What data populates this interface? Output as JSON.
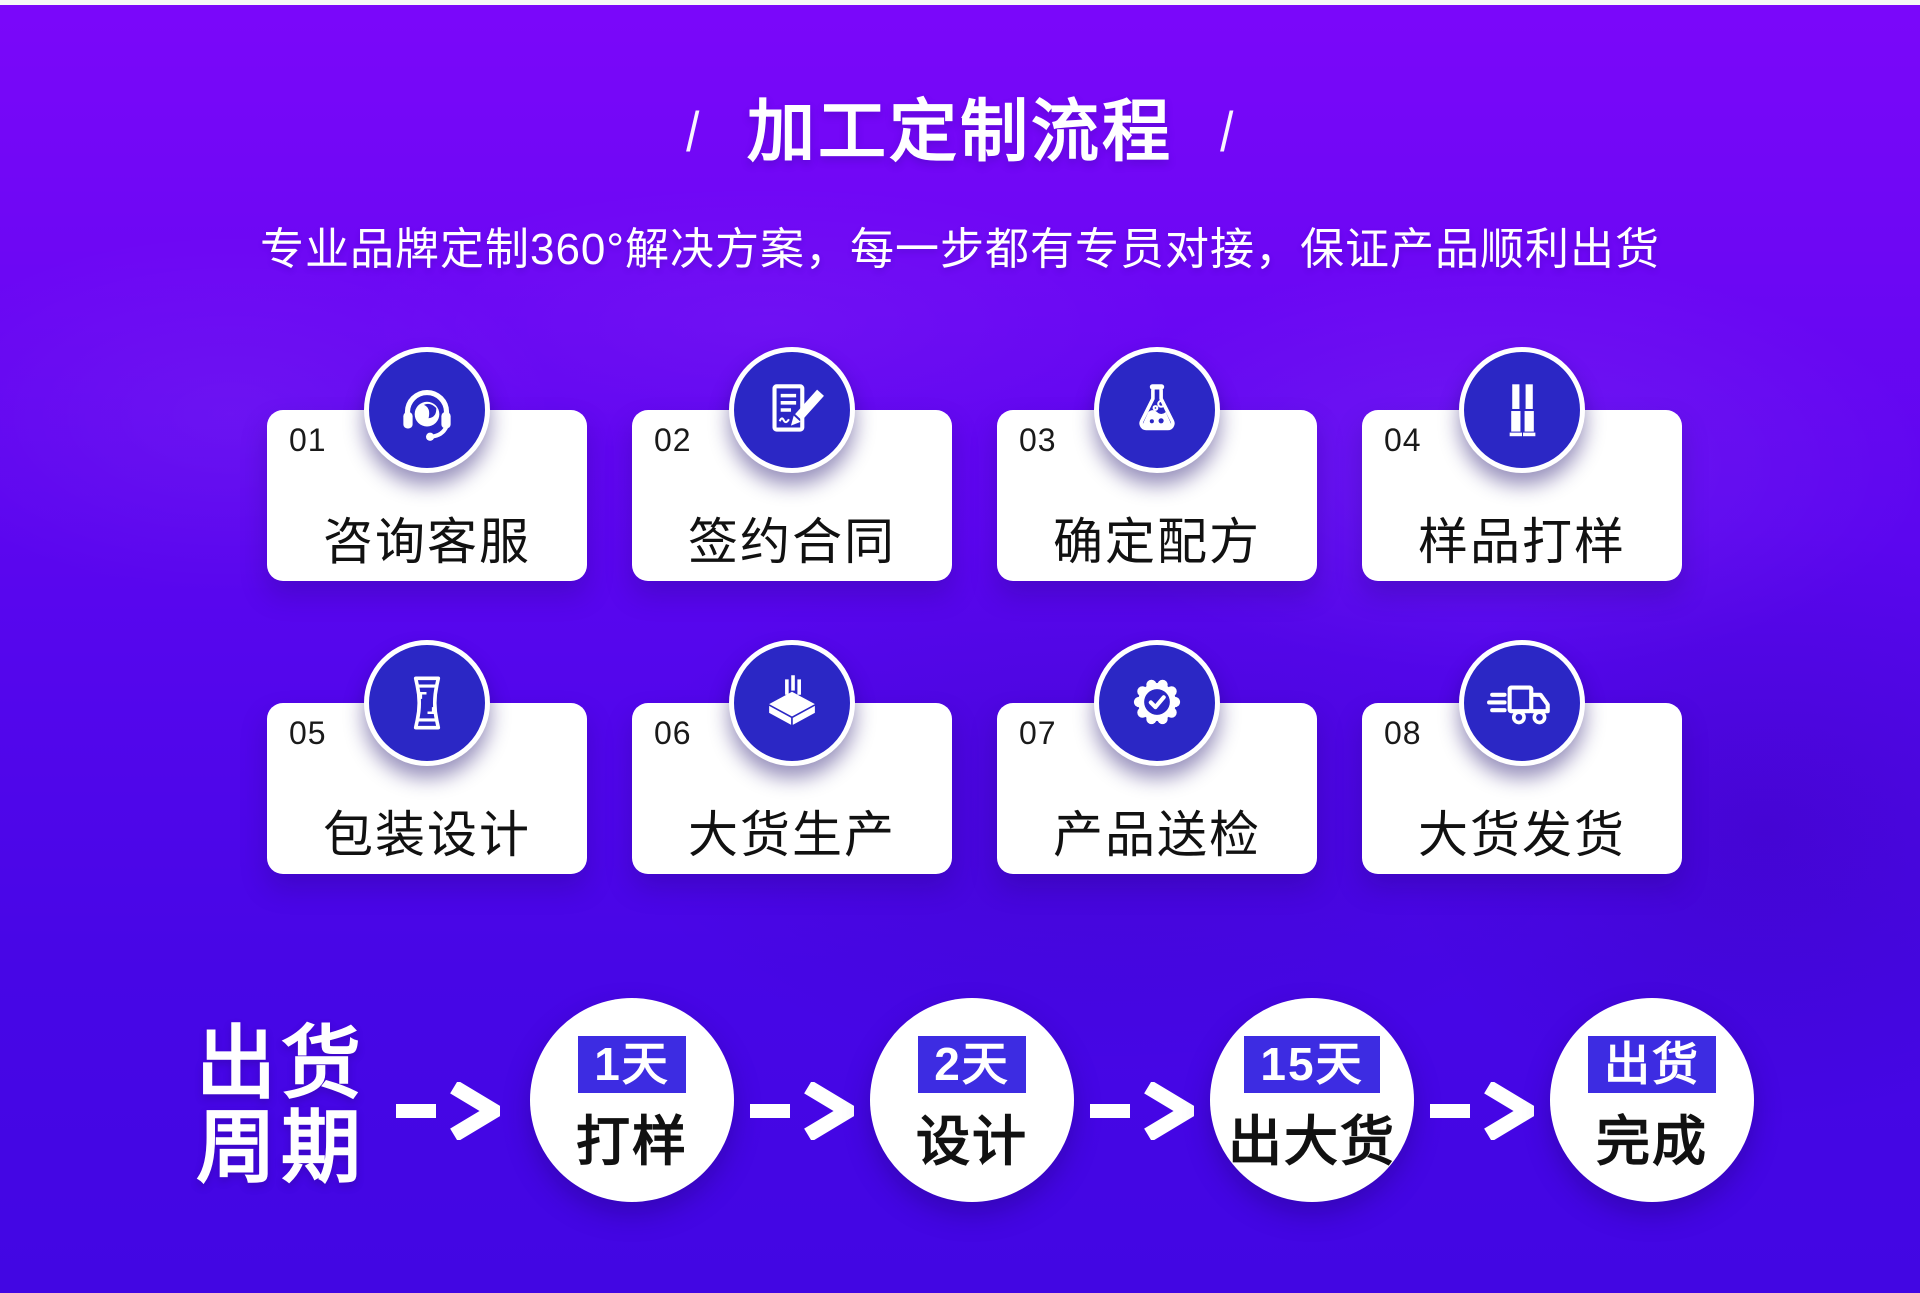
{
  "header": {
    "slash_left": "/",
    "slash_right": "/",
    "title": "加工定制流程",
    "subtitle": "专业品牌定制360°解决方案，每一步都有专员对接，保证产品顺利出货"
  },
  "steps": [
    {
      "num": "01",
      "label": "咨询客服",
      "icon": "customer-service-icon"
    },
    {
      "num": "02",
      "label": "签约合同",
      "icon": "contract-icon"
    },
    {
      "num": "03",
      "label": "确定配方",
      "icon": "flask-icon"
    },
    {
      "num": "04",
      "label": "样品打样",
      "icon": "sample-tubes-icon"
    },
    {
      "num": "05",
      "label": "包装设计",
      "icon": "package-pouch-icon"
    },
    {
      "num": "06",
      "label": "大货生产",
      "icon": "factory-icon"
    },
    {
      "num": "07",
      "label": "产品送检",
      "icon": "quality-badge-icon"
    },
    {
      "num": "08",
      "label": "大货发货",
      "icon": "delivery-truck-icon"
    }
  ],
  "timeline": {
    "heading": {
      "line1": "出货",
      "line2": "周期"
    },
    "stages": [
      {
        "badge": "1天",
        "label": "打样"
      },
      {
        "badge": "2天",
        "label": "设计"
      },
      {
        "badge": "15天",
        "label": "出大货"
      },
      {
        "badge": "出货",
        "label": "完成"
      }
    ]
  },
  "colors": {
    "background_top": "#7b07fa",
    "background_bottom": "#4206e3",
    "icon_circle": "#2b27c5",
    "stage_badge": "#3d2ce2",
    "card": "#ffffff",
    "text_dark": "#111111",
    "text_light": "#ffffff"
  }
}
